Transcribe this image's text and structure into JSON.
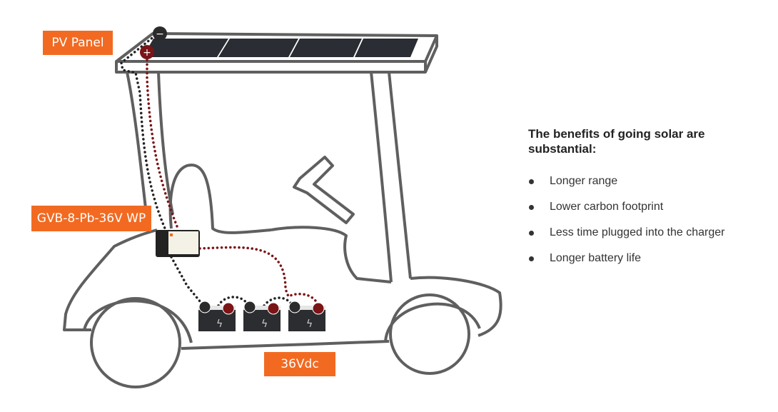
{
  "labels": {
    "pv_panel": "PV Panel",
    "controller": "GVB-8-Pb-36V WP",
    "battery_bank": "36Vdc"
  },
  "benefits": {
    "title": "The benefits of going solar are substantial:",
    "items": [
      "Longer range",
      "Lower carbon footprint",
      "Less time plugged into the charger",
      "Longer battery life"
    ]
  },
  "colors": {
    "accent": "#f26a21",
    "outline": "#5a5a5a",
    "positive": "#7a1416",
    "negative": "#2b2b2b"
  }
}
